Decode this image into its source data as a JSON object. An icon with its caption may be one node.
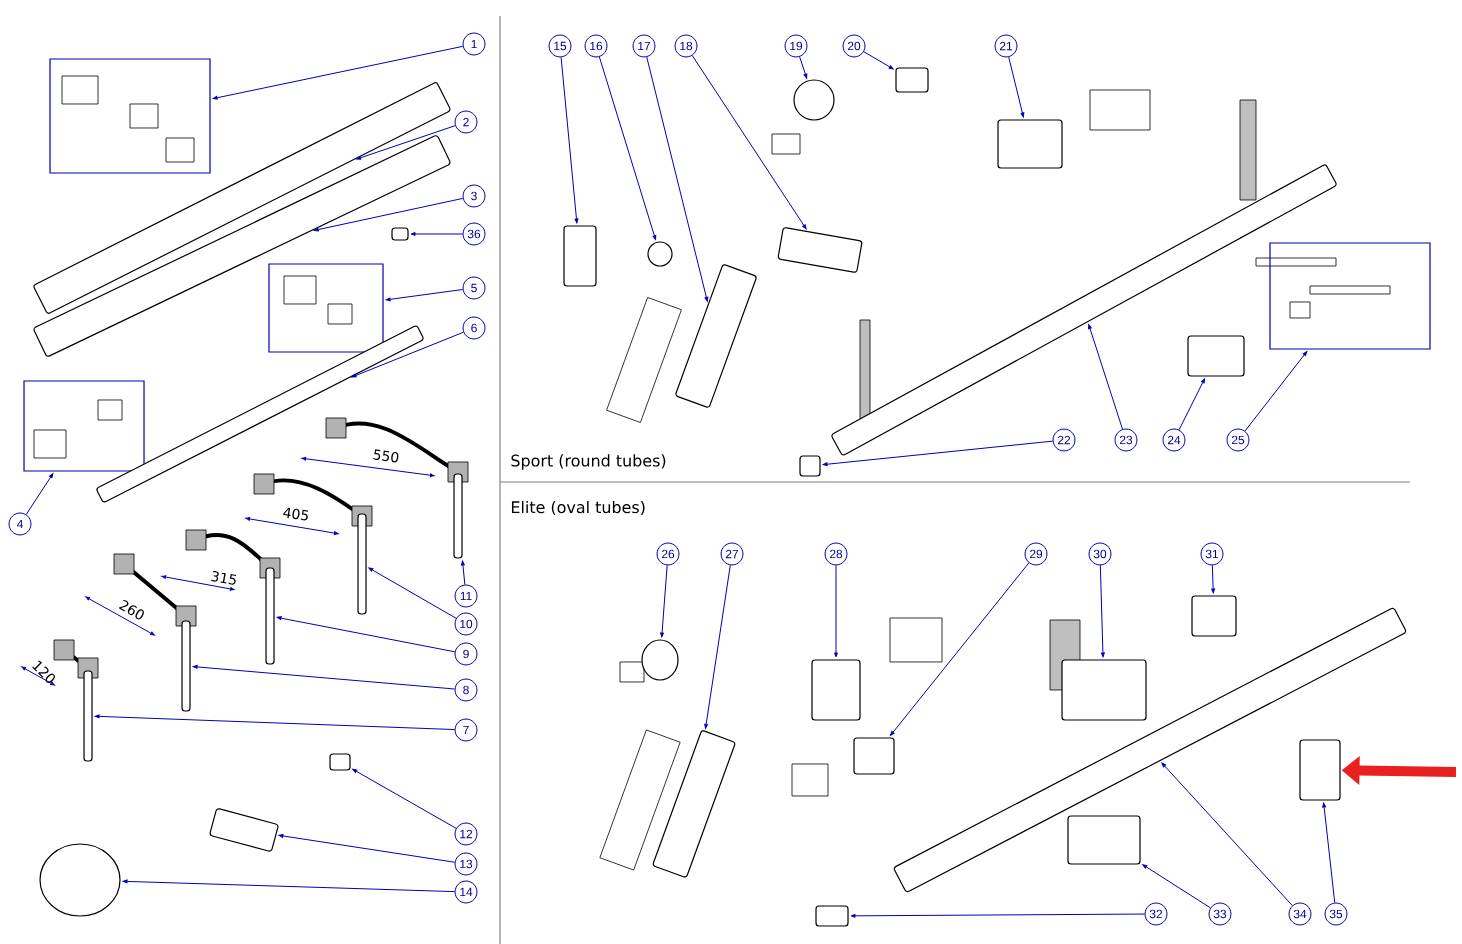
{
  "diagram": {
    "nodes": [
      {
        "text": [
          "1"
        ]
      },
      {
        "text": [
          "2"
        ]
      },
      {
        "text": [
          "3"
        ]
      },
      {
        "text": [
          "4"
        ]
      },
      {
        "text": [
          "5"
        ]
      },
      {
        "text": [
          "6"
        ]
      },
      {
        "text": [
          "7"
        ]
      },
      {
        "text": [
          "8"
        ]
      },
      {
        "text": [
          "9"
        ]
      },
      {
        "text": [
          "10"
        ]
      },
      {
        "text": [
          "11"
        ]
      },
      {
        "text": [
          "12"
        ]
      },
      {
        "text": [
          "13"
        ]
      },
      {
        "text": [
          "14"
        ]
      },
      {
        "text": [
          "15"
        ]
      },
      {
        "text": [
          "16"
        ]
      },
      {
        "text": [
          "17"
        ]
      },
      {
        "text": [
          "18"
        ]
      },
      {
        "text": [
          "19"
        ]
      },
      {
        "text": [
          "20"
        ]
      },
      {
        "text": [
          "21"
        ]
      },
      {
        "text": [
          "22"
        ]
      },
      {
        "text": [
          "23"
        ]
      },
      {
        "text": [
          "24"
        ]
      },
      {
        "text": [
          "25"
        ]
      },
      {
        "text": [
          "26"
        ]
      },
      {
        "text": [
          "27"
        ]
      },
      {
        "text": [
          "28"
        ]
      },
      {
        "text": [
          "29"
        ]
      },
      {
        "text": [
          "30"
        ]
      },
      {
        "text": [
          "31"
        ]
      },
      {
        "text": [
          "32"
        ]
      },
      {
        "text": [
          "33"
        ]
      },
      {
        "text": [
          "34"
        ]
      },
      {
        "text": [
          "35"
        ]
      },
      {
        "text": [
          "36"
        ]
      },
      {
        "text": [],
        "shape": "box"
      },
      {
        "text": [],
        "shape": "box"
      },
      {
        "text": [],
        "shape": "box"
      },
      {
        "text": [],
        "shape": "box"
      },
      {
        "text": [],
        "shape": "box"
      },
      {
        "text": [],
        "shape": "box"
      },
      {
        "text": [],
        "shape": "box"
      },
      {
        "text": [],
        "shape": "box"
      },
      {
        "text": [],
        "shape": "box"
      },
      {
        "text": [],
        "shape": "box"
      },
      {
        "text": [],
        "shape": "box"
      },
      {
        "text": [],
        "shape": "box"
      },
      {
        "text": [],
        "shape": "box"
      },
      {
        "text": [],
        "shape": "circle"
      },
      {
        "text": [],
        "shape": "box"
      },
      {
        "text": [],
        "shape": "circle"
      },
      {
        "text": [],
        "shape": "box"
      },
      {
        "text": [],
        "shape": "box"
      },
      {
        "text": [],
        "shape": "circle"
      },
      {
        "text": [],
        "shape": "box"
      },
      {
        "text": [],
        "shape": "box"
      },
      {
        "text": [],
        "shape": "box"
      },
      {
        "text": [],
        "shape": "box"
      },
      {
        "text": [],
        "shape": "box"
      },
      {
        "text": [],
        "shape": "box"
      },
      {
        "text": [],
        "shape": "circle"
      },
      {
        "text": [],
        "shape": "box"
      },
      {
        "text": [],
        "shape": "box"
      },
      {
        "text": [],
        "shape": "box"
      },
      {
        "text": [],
        "shape": "box"
      },
      {
        "text": [],
        "shape": "box"
      },
      {
        "text": [],
        "shape": "box"
      },
      {
        "text": [],
        "shape": "box"
      },
      {
        "text": [],
        "shape": "box"
      },
      {
        "text": [],
        "shape": "box"
      },
      {
        "text": [],
        "shape": "box"
      }
    ],
    "edges": [
      {
        "from": 0,
        "to": 36,
        "arrow": "to"
      },
      {
        "from": 1,
        "to": 37,
        "arrow": "to"
      },
      {
        "from": 2,
        "to": 38,
        "arrow": "to"
      },
      {
        "from": 3,
        "to": 39,
        "arrow": "to"
      },
      {
        "from": 4,
        "to": 40,
        "arrow": "to"
      },
      {
        "from": 5,
        "to": 41,
        "arrow": "to"
      },
      {
        "from": 6,
        "to": 42,
        "arrow": "to"
      },
      {
        "from": 7,
        "to": 43,
        "arrow": "to"
      },
      {
        "from": 8,
        "to": 44,
        "arrow": "to"
      },
      {
        "from": 9,
        "to": 45,
        "arrow": "to"
      },
      {
        "from": 10,
        "to": 46,
        "arrow": "to"
      },
      {
        "from": 11,
        "to": 47,
        "arrow": "to"
      },
      {
        "from": 12,
        "to": 48,
        "arrow": "to"
      },
      {
        "from": 13,
        "to": 49,
        "arrow": "to"
      },
      {
        "from": 14,
        "to": 50,
        "arrow": "to"
      },
      {
        "from": 15,
        "to": 51,
        "arrow": "to"
      },
      {
        "from": 16,
        "to": 52,
        "arrow": "to"
      },
      {
        "from": 17,
        "to": 53,
        "arrow": "to"
      },
      {
        "from": 18,
        "to": 54,
        "arrow": "to"
      },
      {
        "from": 19,
        "to": 55,
        "arrow": "to"
      },
      {
        "from": 20,
        "to": 56,
        "arrow": "to"
      },
      {
        "from": 21,
        "to": 57,
        "arrow": "to"
      },
      {
        "from": 22,
        "to": 58,
        "arrow": "to"
      },
      {
        "from": 23,
        "to": 59,
        "arrow": "to"
      },
      {
        "from": 24,
        "to": 60,
        "arrow": "to"
      },
      {
        "from": 25,
        "to": 61,
        "arrow": "to"
      },
      {
        "from": 26,
        "to": 62,
        "arrow": "to"
      },
      {
        "from": 27,
        "to": 63,
        "arrow": "to"
      },
      {
        "from": 28,
        "to": 64,
        "arrow": "to"
      },
      {
        "from": 29,
        "to": 65,
        "arrow": "to"
      },
      {
        "from": 30,
        "to": 66,
        "arrow": "to"
      },
      {
        "from": 31,
        "to": 67,
        "arrow": "to"
      },
      {
        "from": 32,
        "to": 68,
        "arrow": "to"
      },
      {
        "from": 33,
        "to": 69,
        "arrow": "to"
      },
      {
        "from": 34,
        "to": 70,
        "arrow": "to"
      },
      {
        "from": 35,
        "to": 71,
        "arrow": "to"
      },
      {
        "from": null,
        "to": 70,
        "arrow": "to",
        "style": "thick",
        "color": "#e8201f"
      }
    ],
    "labels": [
      "550",
      "405",
      "315",
      "260",
      "120",
      "Sport (round tubes)",
      "Elite (oval tubes)"
    ]
  }
}
